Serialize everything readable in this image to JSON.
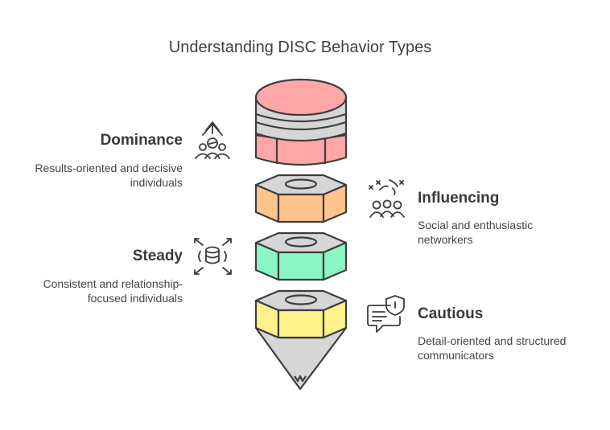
{
  "title": "Understanding DISC Behavior Types",
  "types": [
    {
      "name": "Dominance",
      "desc": [
        "Results-oriented and decisive",
        "individuals"
      ],
      "color": "#FFA6A6",
      "icon": "leader-group-icon"
    },
    {
      "name": "Influencing",
      "desc": [
        "Social and enthusiastic",
        "networkers"
      ],
      "color": "#FFC48C",
      "icon": "crowd-cheer-icon"
    },
    {
      "name": "Steady",
      "desc": [
        "Consistent and relationship-",
        "focused individuals"
      ],
      "color": "#8CF5C4",
      "icon": "database-expand-icon"
    },
    {
      "name": "Cautious",
      "desc": [
        "Detail-oriented and structured",
        "communicators"
      ],
      "color": "#FFF28A",
      "icon": "secure-message-icon"
    }
  ],
  "colors": {
    "stroke": "#3d3d3d",
    "gray": "#d6d6d6",
    "grayDark": "#bdbdbd"
  }
}
